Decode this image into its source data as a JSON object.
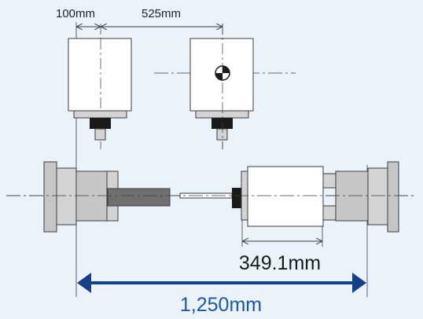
{
  "background": "#eaf2fa",
  "colors": {
    "line": "#3c3c3c",
    "body_fill": "#ffffff",
    "housing_fill": "#d3d3d3",
    "chuck_fill": "#c6c6c6",
    "bar_fill": "#6f6f6f",
    "dark_block": "#1a1a1a",
    "accent_arrow": "#173f8a",
    "accent_text": "#1f56a8"
  },
  "dimensions": {
    "top_left_label": "100mm",
    "top_right_label": "525mm",
    "workpiece_length_label": "349.1mm",
    "total_length_label": "1,250mm"
  }
}
